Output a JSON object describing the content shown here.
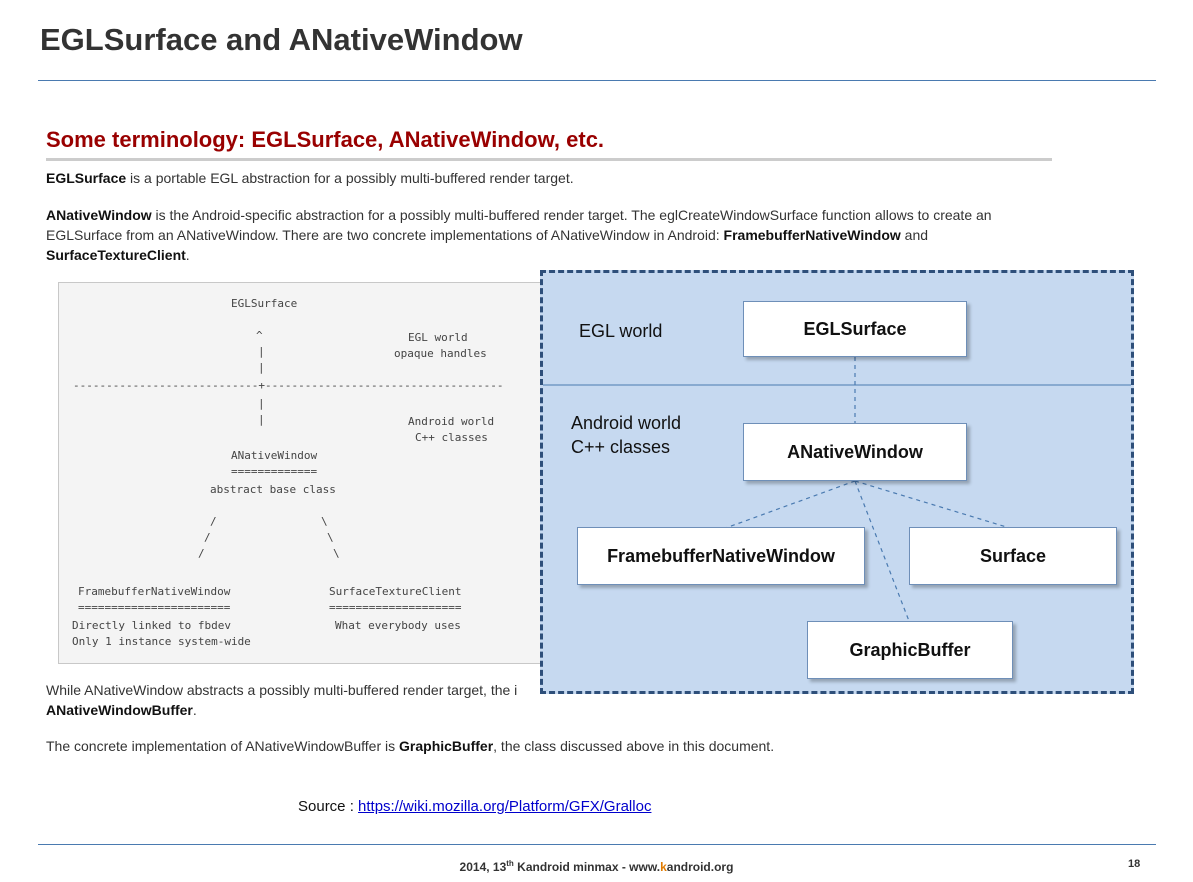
{
  "slide": {
    "title": "EGLSurface and ANativeWindow"
  },
  "doc": {
    "heading": "Some terminology: EGLSurface, ANativeWindow, etc.",
    "p1_term": "EGLSurface",
    "p1_text": " is a portable EGL abstraction for a possibly multi-buffered render target.",
    "p2_term": "ANativeWindow",
    "p2_text": " is the Android-specific abstraction for a possibly multi-buffered render target. The eglCreateWindowSurface function allows to create an EGLSurface from an ANativeWindow. There are two concrete implementations of ANativeWindow in Android: ",
    "p2_term2": "FramebufferNativeWindow",
    "p2_and": " and ",
    "p2_term3": "SurfaceTextureClient",
    "p2_end": ".",
    "p3_text": "While ANativeWindow abstracts a possibly multi-buffered render target, the i",
    "p3_term": "ANativeWindowBuffer",
    "p3_end": ".",
    "p4_text": "The concrete implementation of ANativeWindowBuffer is ",
    "p4_term": "GraphicBuffer",
    "p4_end": ", the class discussed above in this document."
  },
  "ascii": {
    "egl_surface": "EGLSurface",
    "caret": "^",
    "egl_world": "EGL world",
    "opaque_handles": "opaque handles",
    "pipe": "|",
    "divider": "----------------------------+------------------------------------",
    "android_world": "Android world",
    "cpp_classes": "C++ classes",
    "anative_window": "ANativeWindow",
    "underline_13": "=============",
    "abstract_base": "abstract base class",
    "slash": "/",
    "backslash": "\\",
    "fb_native_window": "FramebufferNativeWindow",
    "underline_23": "=======================",
    "directly_linked": "Directly linked to fbdev",
    "only_one": "Only 1 instance system-wide",
    "surface_texture_client": "SurfaceTextureClient",
    "underline_20": "====================",
    "what_everybody": "What everybody uses"
  },
  "diagram": {
    "egl_world_label": "EGL world",
    "android_world_line1": "Android world",
    "android_world_line2": "C++ classes",
    "node_eglsurface": "EGLSurface",
    "node_anativewindow": "ANativeWindow",
    "node_framebuffer": "FramebufferNativeWindow",
    "node_surface": "Surface",
    "node_graphicbuffer": "GraphicBuffer"
  },
  "source": {
    "prefix": "Source : ",
    "link_text": "https://wiki.mozilla.org/Platform/GFX/Gralloc"
  },
  "footer": {
    "pre": "2014, 13",
    "sup": "th",
    "mid": " Kandroid minmax - www.",
    "k": "k",
    "post": "android.org",
    "page": "18"
  },
  "colors": {
    "heading_red": "#990000",
    "overlay_fill": "#c6d9f0",
    "overlay_border": "#2e4f7a",
    "link_blue": "#0000cc",
    "footer_orange": "#e07a00"
  }
}
